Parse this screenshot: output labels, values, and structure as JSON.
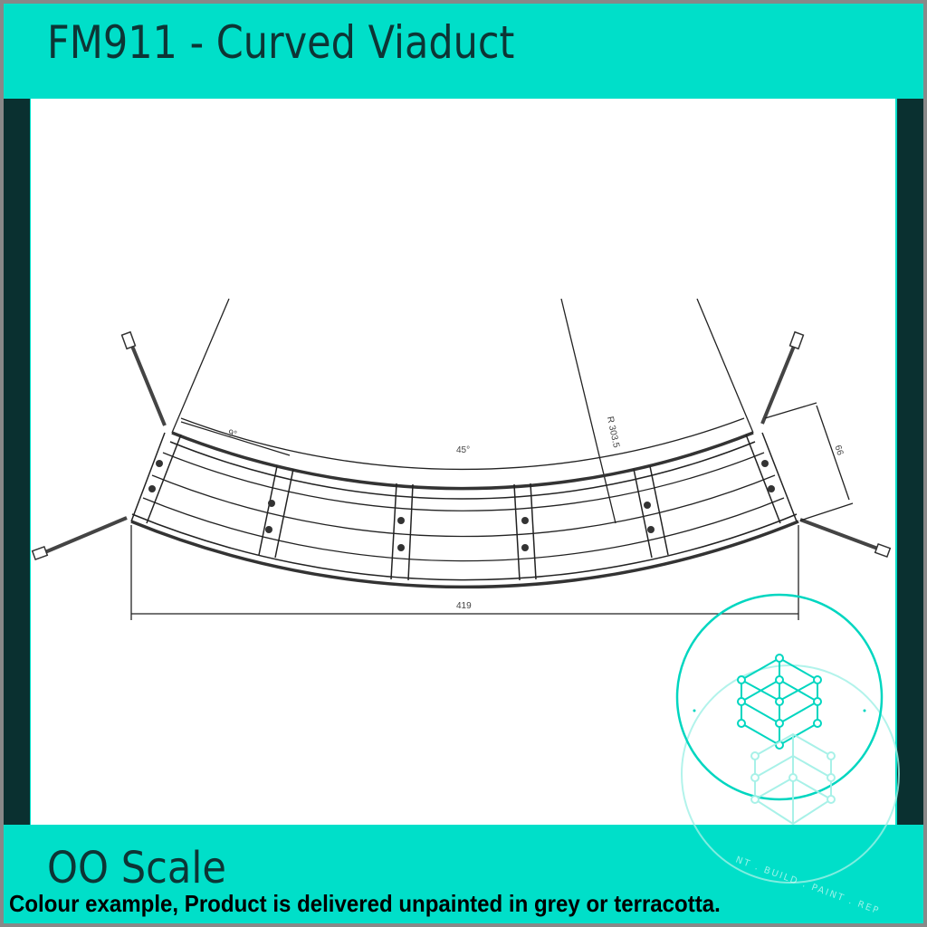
{
  "header": {
    "title": "FM911 - Curved Viaduct"
  },
  "footer": {
    "scale": "OO  Scale",
    "note": "Colour example, Product is delivered unpainted in grey or terracotta."
  },
  "drawing": {
    "dimensions": {
      "angle_segment": "9°",
      "angle_total": "45°",
      "radius": "R 303.5",
      "width": "66",
      "length": "419"
    }
  },
  "watermark": {
    "icon": "lattice-logo-icon",
    "ring_text": "NT . BUILD . PAINT . REP"
  },
  "colors": {
    "accent": "#00dfc9",
    "dark": "#0a3030",
    "text_dark": "#0d3535",
    "border": "#888888"
  }
}
